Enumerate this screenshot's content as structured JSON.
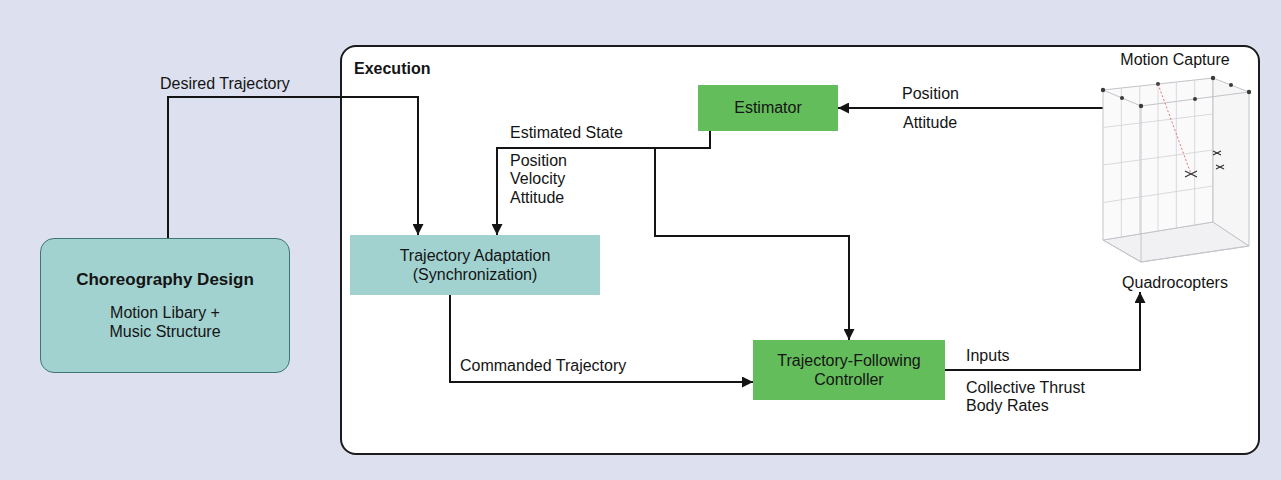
{
  "diagram": {
    "nodes": [
      {
        "text": [
          "Execution"
        ]
      },
      {
        "text": [
          "Choreography Design",
          "Motion Libary + Music Structure"
        ]
      },
      {
        "text": [
          "Estimator"
        ],
        "in": 0
      },
      {
        "text": [
          "Trajectory Adaptation (Synchronization)"
        ],
        "in": 0
      },
      {
        "text": [
          "Trajectory-Following Controller"
        ],
        "in": 0
      },
      {
        "text": [
          "Motion Capture",
          "Quadrocopters"
        ],
        "in": 0
      }
    ],
    "edges": [
      {
        "from": 1,
        "to": 3,
        "label": "Desired Trajectory",
        "arrow": "to"
      },
      {
        "from": 5,
        "to": 2,
        "label": "Position",
        "arrow": "to"
      },
      {
        "from": 2,
        "to": 3,
        "label": "Estimated State",
        "arrow": "to"
      },
      {
        "from": 2,
        "to": 4,
        "arrow": "to"
      },
      {
        "from": 3,
        "to": 4,
        "label": "Commanded Trajectory",
        "arrow": "to"
      },
      {
        "from": 4,
        "to": 5,
        "label": "Inputs",
        "arrow": "to"
      }
    ],
    "labels": [
      "Position Velocity Attitude",
      "Attitude",
      "Collective Thrust Body Rates"
    ]
  }
}
